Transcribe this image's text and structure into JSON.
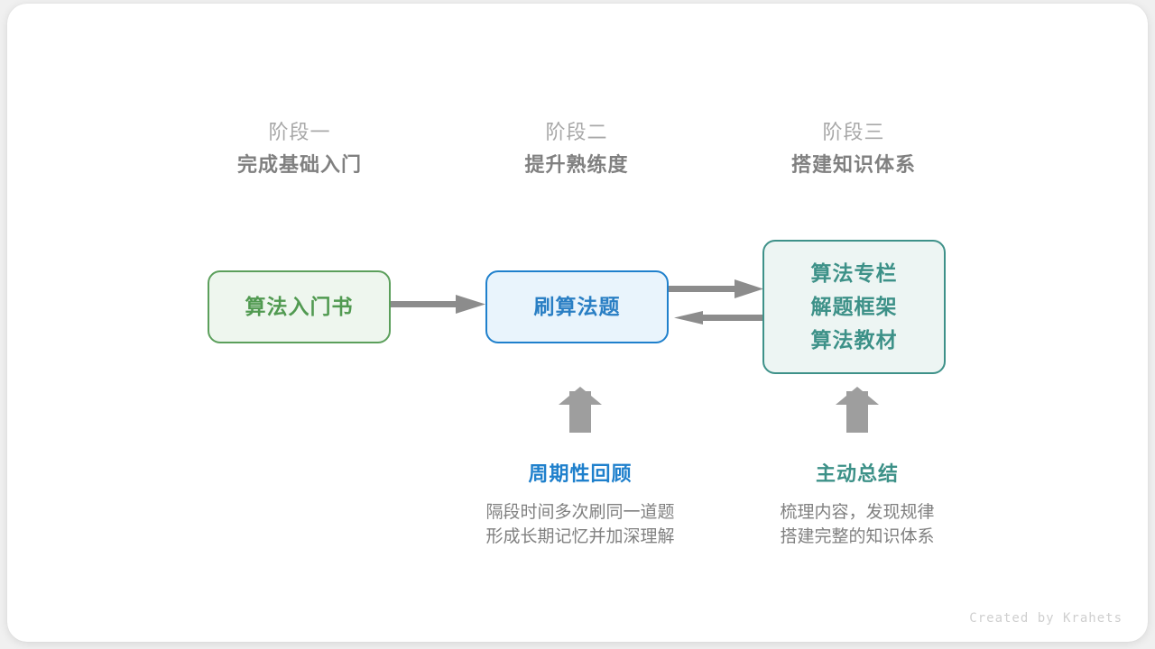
{
  "canvas": {
    "background": "#f0f0f0",
    "card_background": "#ffffff"
  },
  "stages": [
    {
      "kicker": "阶段一",
      "title": "完成基础入门"
    },
    {
      "kicker": "阶段二",
      "title": "提升熟练度"
    },
    {
      "kicker": "阶段三",
      "title": "搭建知识体系"
    }
  ],
  "nodes": [
    {
      "id": "algorithm-intro-book",
      "lines": [
        "算法入门书"
      ],
      "border_color": "#5b9f5b",
      "fill_color": "#eef6ee",
      "text_color": "#519a51"
    },
    {
      "id": "practice-problems",
      "lines": [
        "刷算法题"
      ],
      "border_color": "#1f80cc",
      "fill_color": "#e9f4fc",
      "text_color": "#2a7fc4"
    },
    {
      "id": "knowledge-resources",
      "lines": [
        "算法专栏",
        "解题框架",
        "算法教材"
      ],
      "border_color": "#3e9189",
      "fill_color": "#edf5f3",
      "text_color": "#3d9188"
    }
  ],
  "connectors": {
    "color": "#8c8c8c",
    "book_to_practice": "arrow-right",
    "practice_to_resources": "arrow-right",
    "resources_to_practice": "arrow-left",
    "review_up": "arrow-up",
    "summary_up": "arrow-up"
  },
  "annotations": [
    {
      "id": "periodic-review",
      "title": "周期性回顾",
      "title_color": "#1f80cc",
      "desc_line1": "隔段时间多次刷同一道题",
      "desc_line2": "形成长期记忆并加深理解"
    },
    {
      "id": "active-summary",
      "title": "主动总结",
      "title_color": "#3d9188",
      "desc_line1": "梳理内容，发现规律",
      "desc_line2": "搭建完整的知识体系"
    }
  ],
  "footer": {
    "credit": "Created by Krahets"
  }
}
